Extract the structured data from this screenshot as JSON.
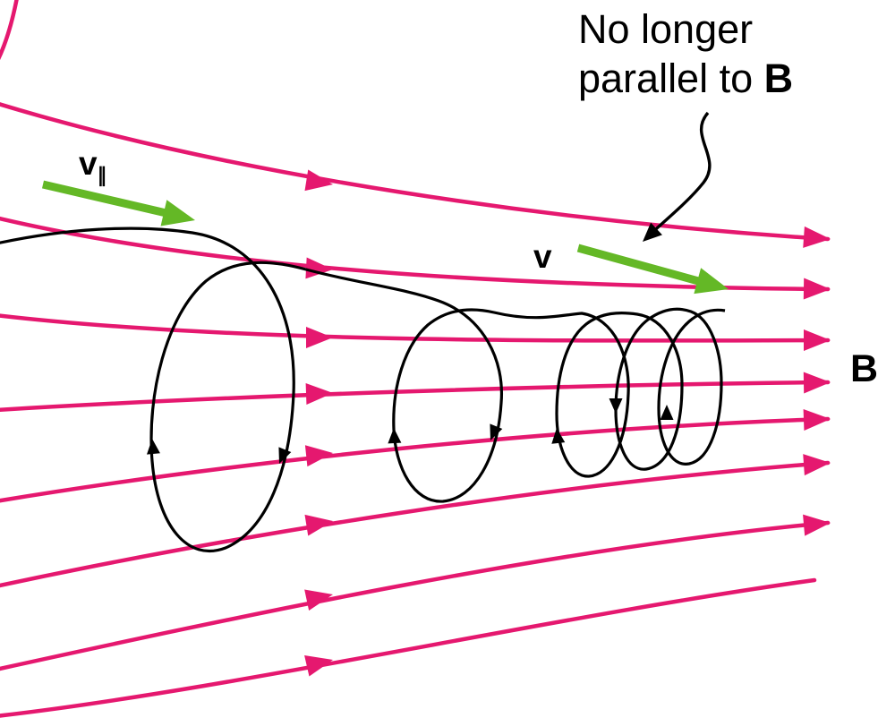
{
  "figure": {
    "type": "physics-diagram",
    "description": "Charged particle spiraling along converging magnetic field lines; the spiral tightens where field lines converge and the velocity is no longer parallel to B",
    "annotation": {
      "line1": "No longer",
      "line2_prefix": "parallel to ",
      "line2_bold": "B"
    },
    "labels": {
      "v_parallel_symbol": "v",
      "v_parallel_subscript": "∥",
      "v_symbol": "v",
      "field_symbol": "B"
    },
    "colors": {
      "field_line": "#e5186f",
      "velocity_arrow": "#64b826",
      "particle_path": "#000000",
      "text": "#000000",
      "background": "#ffffff"
    }
  }
}
